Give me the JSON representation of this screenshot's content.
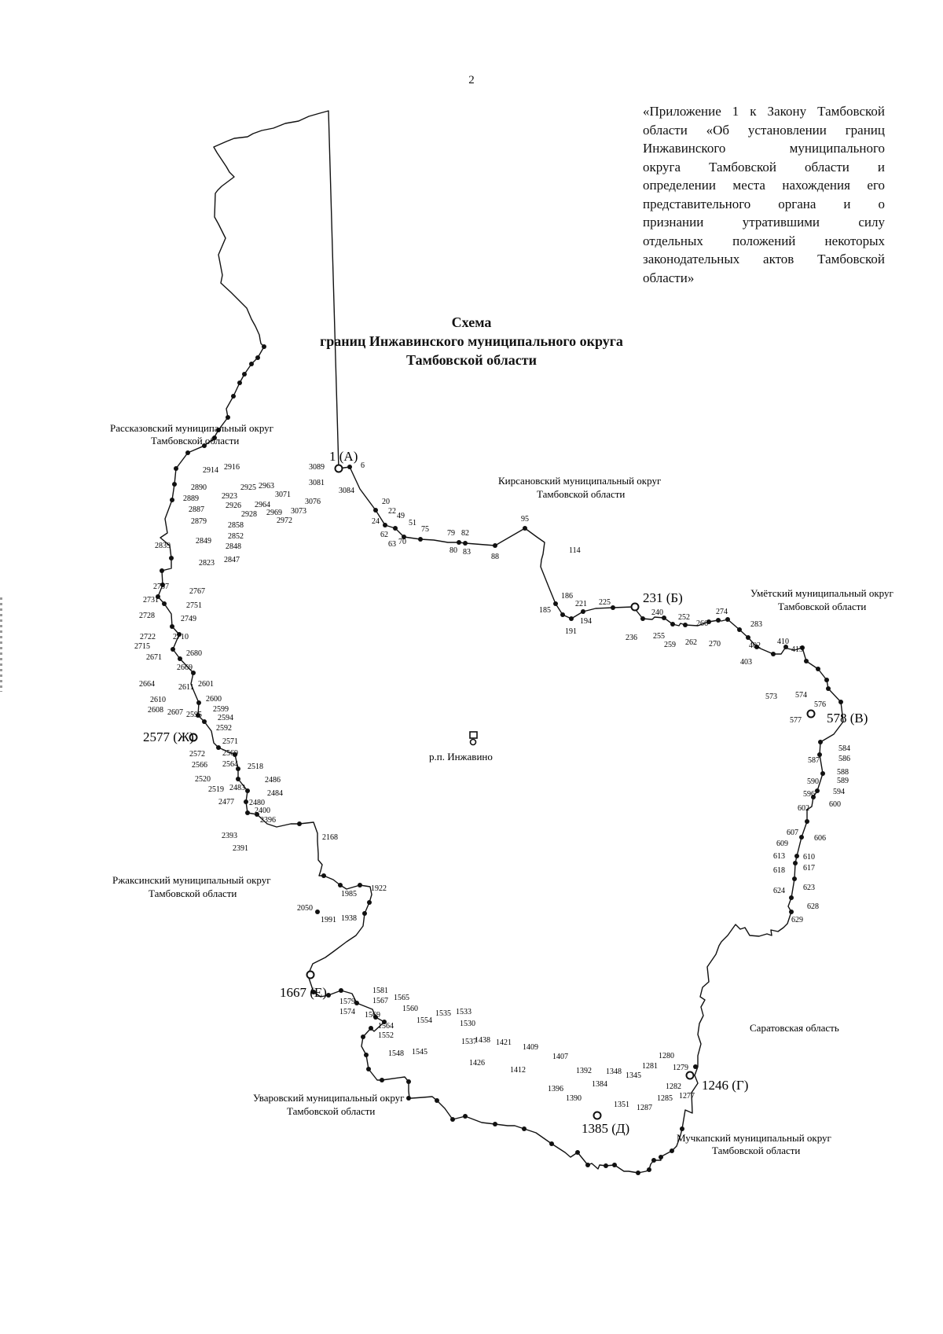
{
  "page_number": "2",
  "appendix": {
    "lines": [
      "«Приложение 1 к Закону Тамбовской",
      "области «Об установлении границ",
      "Инжавинского муниципального",
      "округа Тамбовской области и",
      "определении места нахождения его",
      "представительного органа и о",
      "признании утратившими силу",
      "отдельных положений некоторых",
      "законодательных актов Тамбовской",
      "области»"
    ]
  },
  "title": {
    "line1": "Схема",
    "line2": "границ Инжавинского муниципального округа",
    "line3": "Тамбовской области"
  },
  "center": {
    "label": "р.п. Инжавино"
  },
  "neighbors": {
    "rasskazovo": {
      "line1": "Рассказовский муниципальный округ",
      "line2": "Тамбовской области"
    },
    "kirsanov": {
      "line1": "Кирсановский муниципальный округ",
      "line2": "Тамбовской области"
    },
    "umet": {
      "line1": "Умётский муниципальный округ",
      "line2": "Тамбовской области"
    },
    "rzhaksa": {
      "line1": "Ржаксинский муниципальный округ",
      "line2": "Тамбовской области"
    },
    "saratov": {
      "line1": "Саратовская область"
    },
    "uvarovo": {
      "line1": "Уваровский муниципальный округ",
      "line2": "Тамбовской области"
    },
    "mucap": {
      "line1": "Мучкапский муниципальный округ",
      "line2": "Тамбовской области"
    }
  },
  "nodal_points": [
    {
      "id": "A",
      "label": "1 (А)"
    },
    {
      "id": "B",
      "label": "231 (Б)"
    },
    {
      "id": "V",
      "label": "578 (В)"
    },
    {
      "id": "G",
      "label": "1246 (Г)"
    },
    {
      "id": "D",
      "label": "1385 (Д)"
    },
    {
      "id": "E",
      "label": "1667 (Е)"
    },
    {
      "id": "Zh",
      "label": "2577 (Ж)"
    }
  ],
  "point_labels": {
    "n1": "3089",
    "n2": "6",
    "n3": "3081",
    "n4": "3084",
    "n5": "20",
    "n6": "22",
    "n7": "24",
    "n8": "49",
    "n9": "51",
    "n10": "62",
    "n11": "63",
    "n12": "70",
    "n13": "75",
    "n14": "79",
    "n15": "82",
    "n16": "80",
    "n17": "83",
    "n18": "88",
    "n19": "95",
    "n20": "114",
    "n21": "186",
    "n22": "221",
    "n23": "225",
    "n24": "185",
    "n25": "194",
    "n26": "191",
    "n27": "240",
    "n28": "252",
    "n29": "266",
    "n30": "274",
    "n31": "236",
    "n32": "255",
    "n33": "259",
    "n34": "262",
    "n35": "270",
    "n36": "283",
    "n37": "402",
    "n38": "410",
    "n39": "413",
    "n40": "403",
    "n41": "573",
    "n42": "574",
    "n43": "576",
    "n44": "577",
    "n45": "584",
    "n46": "586",
    "n47": "587",
    "n48": "588",
    "n49": "589",
    "n50": "590",
    "n51": "596",
    "n52": "594",
    "n53": "602",
    "n54": "600",
    "n55": "607",
    "n56": "606",
    "n57": "609",
    "n58": "613",
    "n59": "610",
    "n60": "618",
    "n61": "617",
    "n62": "623",
    "n63": "624",
    "n64": "628",
    "n65": "629",
    "n66": "1280",
    "n67": "1281",
    "n68": "1279",
    "n69": "1282",
    "n70": "1277",
    "n71": "1285",
    "n72": "1287",
    "n73": "1345",
    "n74": "1348",
    "n75": "1351",
    "n76": "1392",
    "n77": "1384",
    "n78": "1390",
    "n79": "1396",
    "n80": "1407",
    "n81": "1409",
    "n82": "1412",
    "n83": "1421",
    "n84": "1438",
    "n85": "1426",
    "n86": "1537",
    "n87": "1535",
    "n88": "1533",
    "n89": "1530",
    "n90": "1554",
    "n91": "1560",
    "n92": "1565",
    "n93": "1567",
    "n94": "1581",
    "n95": "1579",
    "n96": "1574",
    "n97": "1569",
    "n98": "1564",
    "n99": "1552",
    "n100": "1548",
    "n101": "1545",
    "n102": "1922",
    "n103": "1985",
    "n104": "2050",
    "n105": "1991",
    "n106": "1938",
    "n107": "2168",
    "n108": "2393",
    "n109": "2391",
    "n110": "2396",
    "n111": "2400",
    "n112": "2480",
    "n113": "2477",
    "n114": "2484",
    "n115": "2486",
    "n116": "2483",
    "n117": "2519",
    "n118": "2520",
    "n119": "2518",
    "n120": "2564",
    "n121": "2566",
    "n122": "2569",
    "n123": "2572",
    "n124": "2571",
    "n125": "2592",
    "n126": "2594",
    "n127": "2599",
    "n128": "2600",
    "n129": "2595",
    "n130": "2607",
    "n131": "2608",
    "n132": "2610",
    "n133": "2611",
    "n134": "2601",
    "n135": "2664",
    "n136": "2669",
    "n137": "2671",
    "n138": "2680",
    "n139": "2715",
    "n140": "2722",
    "n141": "2710",
    "n142": "2728",
    "n143": "2749",
    "n144": "2731",
    "n145": "2751",
    "n146": "2757",
    "n147": "2767",
    "n148": "2839",
    "n149": "2823",
    "n150": "2847",
    "n151": "2849",
    "n152": "2848",
    "n153": "2852",
    "n154": "2858",
    "n155": "2879",
    "n156": "2887",
    "n157": "2889",
    "n158": "2890",
    "n159": "2926",
    "n160": "2928",
    "n161": "2923",
    "n162": "2914",
    "n163": "2916",
    "n164": "2925",
    "n165": "2963",
    "n166": "2964",
    "n167": "2969",
    "n168": "2972",
    "n169": "3071",
    "n170": "3073",
    "n171": "3076"
  }
}
